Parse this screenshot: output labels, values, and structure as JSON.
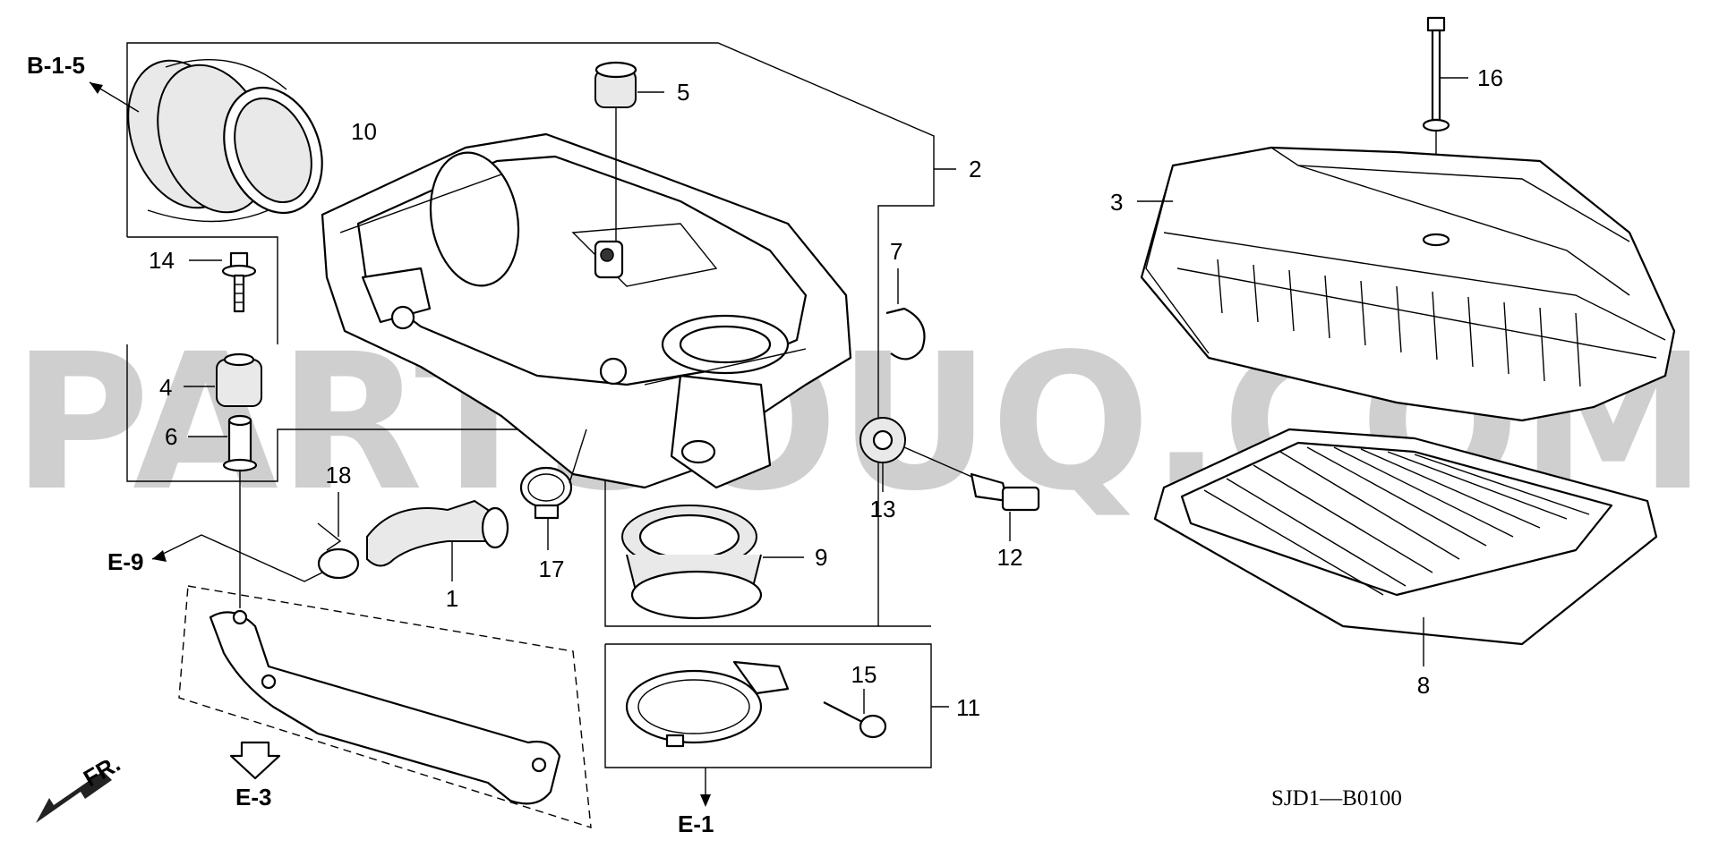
{
  "watermark": "PARTSOUQ.COM",
  "diagram_code": "SJD1—B0100",
  "front_label": "FR.",
  "references": {
    "b15": "B-1-5",
    "e9": "E-9",
    "e3": "E-3",
    "e1": "E-1"
  },
  "callouts": {
    "c1": "1",
    "c2": "2",
    "c3": "3",
    "c4": "4",
    "c5": "5",
    "c6": "6",
    "c7": "7",
    "c8": "8",
    "c9": "9",
    "c10": "10",
    "c11": "11",
    "c12": "12",
    "c13": "13",
    "c14": "14",
    "c15": "15",
    "c16": "16",
    "c17": "17",
    "c18": "18"
  }
}
